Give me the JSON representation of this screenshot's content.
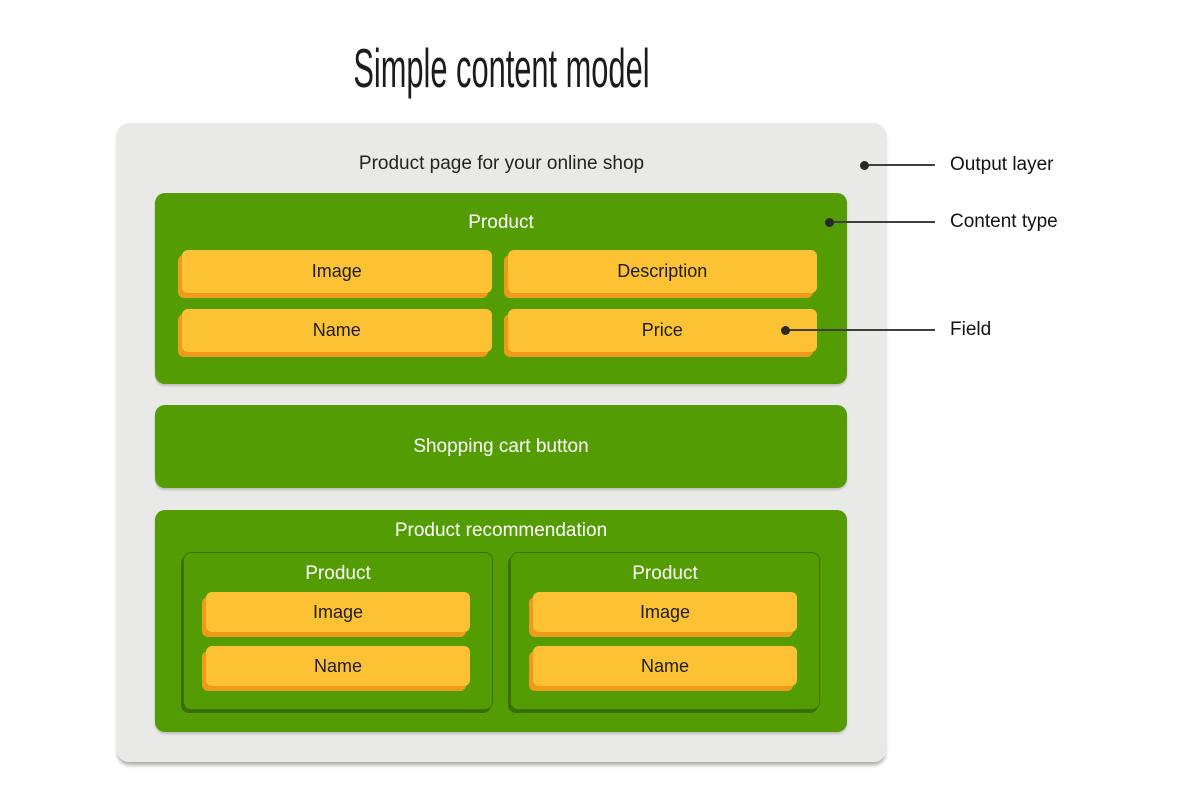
{
  "page": {
    "title": "Simple content model"
  },
  "output_layer": {
    "label": "Product page for your online shop"
  },
  "product_box": {
    "title": "Product",
    "fields": [
      "Image",
      "Description",
      "Name",
      "Price"
    ]
  },
  "cart_box": {
    "title": "Shopping cart button"
  },
  "recommendation_box": {
    "title": "Product recommendation",
    "products": [
      {
        "title": "Product",
        "fields": [
          "Image",
          "Name"
        ]
      },
      {
        "title": "Product",
        "fields": [
          "Image",
          "Name"
        ]
      }
    ]
  },
  "annotations": [
    {
      "label": "Output layer"
    },
    {
      "label": "Content type"
    },
    {
      "label": "Field"
    }
  ],
  "colors": {
    "green": "#539c04",
    "green_border": "#3f7208",
    "yellow": "#fdc233",
    "orange_shadow": "#f09a19",
    "container_gray": "#e9e9e7",
    "text_dark": "#1c1c1c",
    "text_white": "#ffffff",
    "annotation_line": "#3f3f3f",
    "dot": "#272727"
  }
}
